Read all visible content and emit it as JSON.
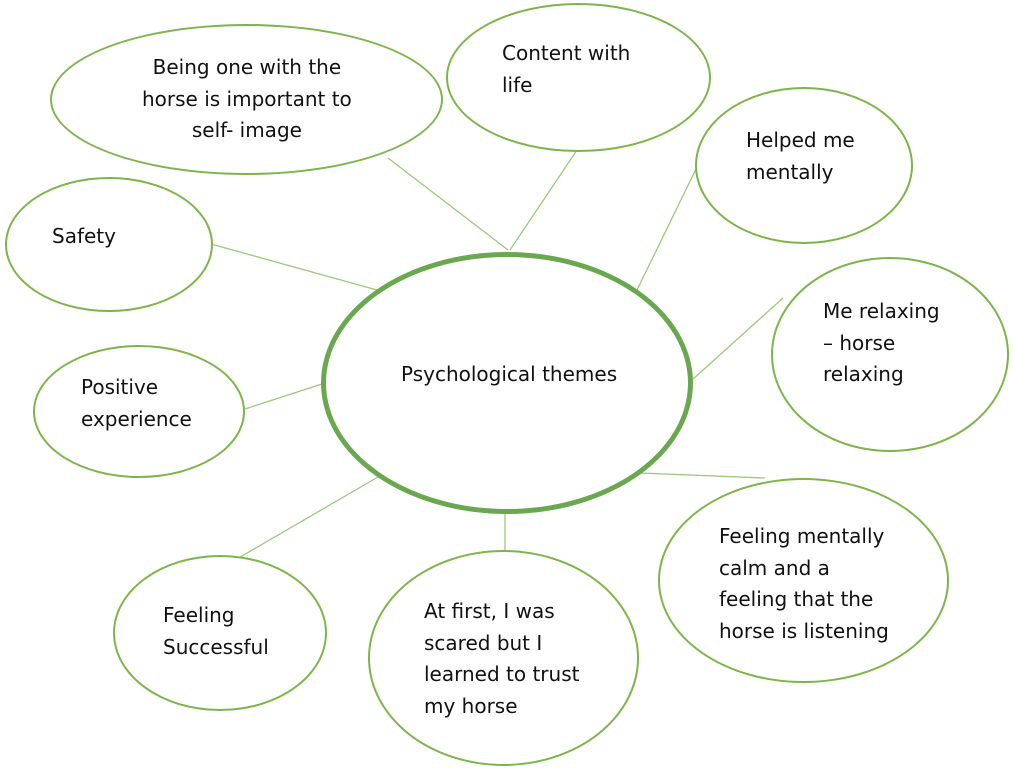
{
  "diagram": {
    "center": {
      "lines": [
        "Psychological themes"
      ]
    },
    "themes": [
      {
        "id": "being-one",
        "lines": [
          "Being one with the",
          "horse is important to",
          "self- image"
        ]
      },
      {
        "id": "content",
        "lines": [
          "Content with",
          "life"
        ]
      },
      {
        "id": "helped",
        "lines": [
          "Helped me",
          "mentally"
        ]
      },
      {
        "id": "safety",
        "lines": [
          "Safety"
        ]
      },
      {
        "id": "relaxing",
        "lines": [
          "Me relaxing",
          "– horse",
          "relaxing"
        ]
      },
      {
        "id": "positive",
        "lines": [
          "Positive",
          "experience"
        ]
      },
      {
        "id": "calm",
        "lines": [
          "Feeling mentally",
          "calm and a",
          "feeling that the",
          "horse is listening"
        ]
      },
      {
        "id": "successful",
        "lines": [
          "Feeling",
          "Successful"
        ]
      },
      {
        "id": "trust",
        "lines": [
          "At first, I was",
          "scared but I",
          "learned to trust",
          "my horse"
        ]
      }
    ],
    "colors": {
      "outline": "#7db54a",
      "center_outline": "#6aa84f",
      "connector": "#9cc87a",
      "text": "#111111"
    }
  }
}
